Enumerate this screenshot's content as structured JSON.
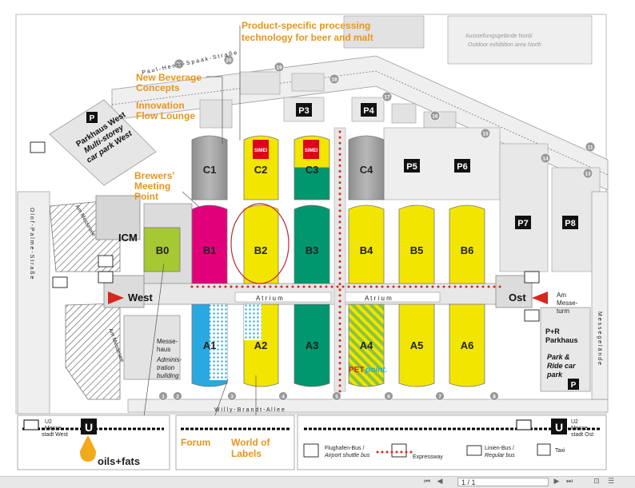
{
  "halls": {
    "C1": "C1",
    "C2": "C2",
    "C3": "C3",
    "C4": "C4",
    "B0": "B0",
    "B1": "B1",
    "B2": "B2",
    "B3": "B3",
    "B4": "B4",
    "B5": "B5",
    "B6": "B6",
    "A1": "A1",
    "A2": "A2",
    "A3": "A3",
    "A4": "A4",
    "A5": "A5",
    "A6": "A6"
  },
  "parking": [
    "P3",
    "P4",
    "P5",
    "P6",
    "P7",
    "P8",
    "P",
    "P"
  ],
  "simei": "SIMEI",
  "orange_labels": {
    "processing_1": "Product-specific processing",
    "processing_2": "technology for beer and malt",
    "beverage_1": "New Beverage",
    "beverage_2": "Concepts",
    "innovation_1": "Innovation",
    "innovation_2": "Flow Lounge",
    "brewers_1": "Brewers'",
    "brewers_2": "Meeting",
    "brewers_3": "Point",
    "forum": "Forum",
    "world_1": "World of",
    "world_2": "Labels"
  },
  "places": {
    "icm": "ICM",
    "west": "West",
    "ost": "Ost",
    "atrium": "A t r i u m",
    "parkhaus_1": "Parkhaus West",
    "parkhaus_2": "Multi-storey",
    "parkhaus_3": "car park West",
    "messehaus_1": "Messe-",
    "messehaus_2": "haus",
    "admin_1": "Adminis-",
    "admin_2": "tration",
    "admin_3": "building",
    "am_messesee_1": "Am Messesee",
    "am_messesee_2": "Am Messesee",
    "am_messeturm_1": "Am",
    "am_messeturm_2": "Messe-",
    "am_messeturm_3": "turm",
    "pr_1": "P+R",
    "pr_2": "Parkhaus",
    "pr_3": "Park &",
    "pr_4": "Ride car",
    "pr_5": "park",
    "outdoor_1": "Ausstellungsgelände Nord/",
    "outdoor_2": "Outdoor exhibition area North",
    "street_north": "P a u l - H e n r i - S p a a k - S t r a ß e",
    "street_south": "W i l l y - B r a n d t - A l l e e",
    "street_west": "O l o f - P a l m e - S t r a ß e",
    "street_east": "M e s s e g e l ä n d e",
    "petpoint_pet": "PET",
    "petpoint_point": "point."
  },
  "gates": [
    "1",
    "2",
    "3",
    "4",
    "5",
    "6",
    "7",
    "8"
  ],
  "north_numbers": [
    "21",
    "20",
    "19",
    "18",
    "17",
    "16",
    "15",
    "14",
    "13",
    "11"
  ],
  "legend": {
    "u2_west_1": "U2",
    "u2_west_2": "Messe-",
    "u2_west_3": "stadt West",
    "u2_ost_1": "U2",
    "u2_ost_2": "Messe-",
    "u2_ost_3": "stadt Ost",
    "u_letter": "U",
    "airport_1": "Flughafen-Bus /",
    "airport_2": "Airport shuttle bus",
    "expressway": "Expressway",
    "bus_1": "Linien-Bus /",
    "bus_2": "Regular bus",
    "taxi": "Taxi",
    "oils_fats": "oils+fats"
  },
  "viewer": {
    "page_value": "1 / 1"
  },
  "colors": {
    "yellow": "#f2e500",
    "magenta": "#e2007a",
    "green": "#00966e",
    "lime": "#a6c832",
    "cyan": "#29a9e0",
    "orange": "#e8951c",
    "gray": "#a9a9a9"
  }
}
